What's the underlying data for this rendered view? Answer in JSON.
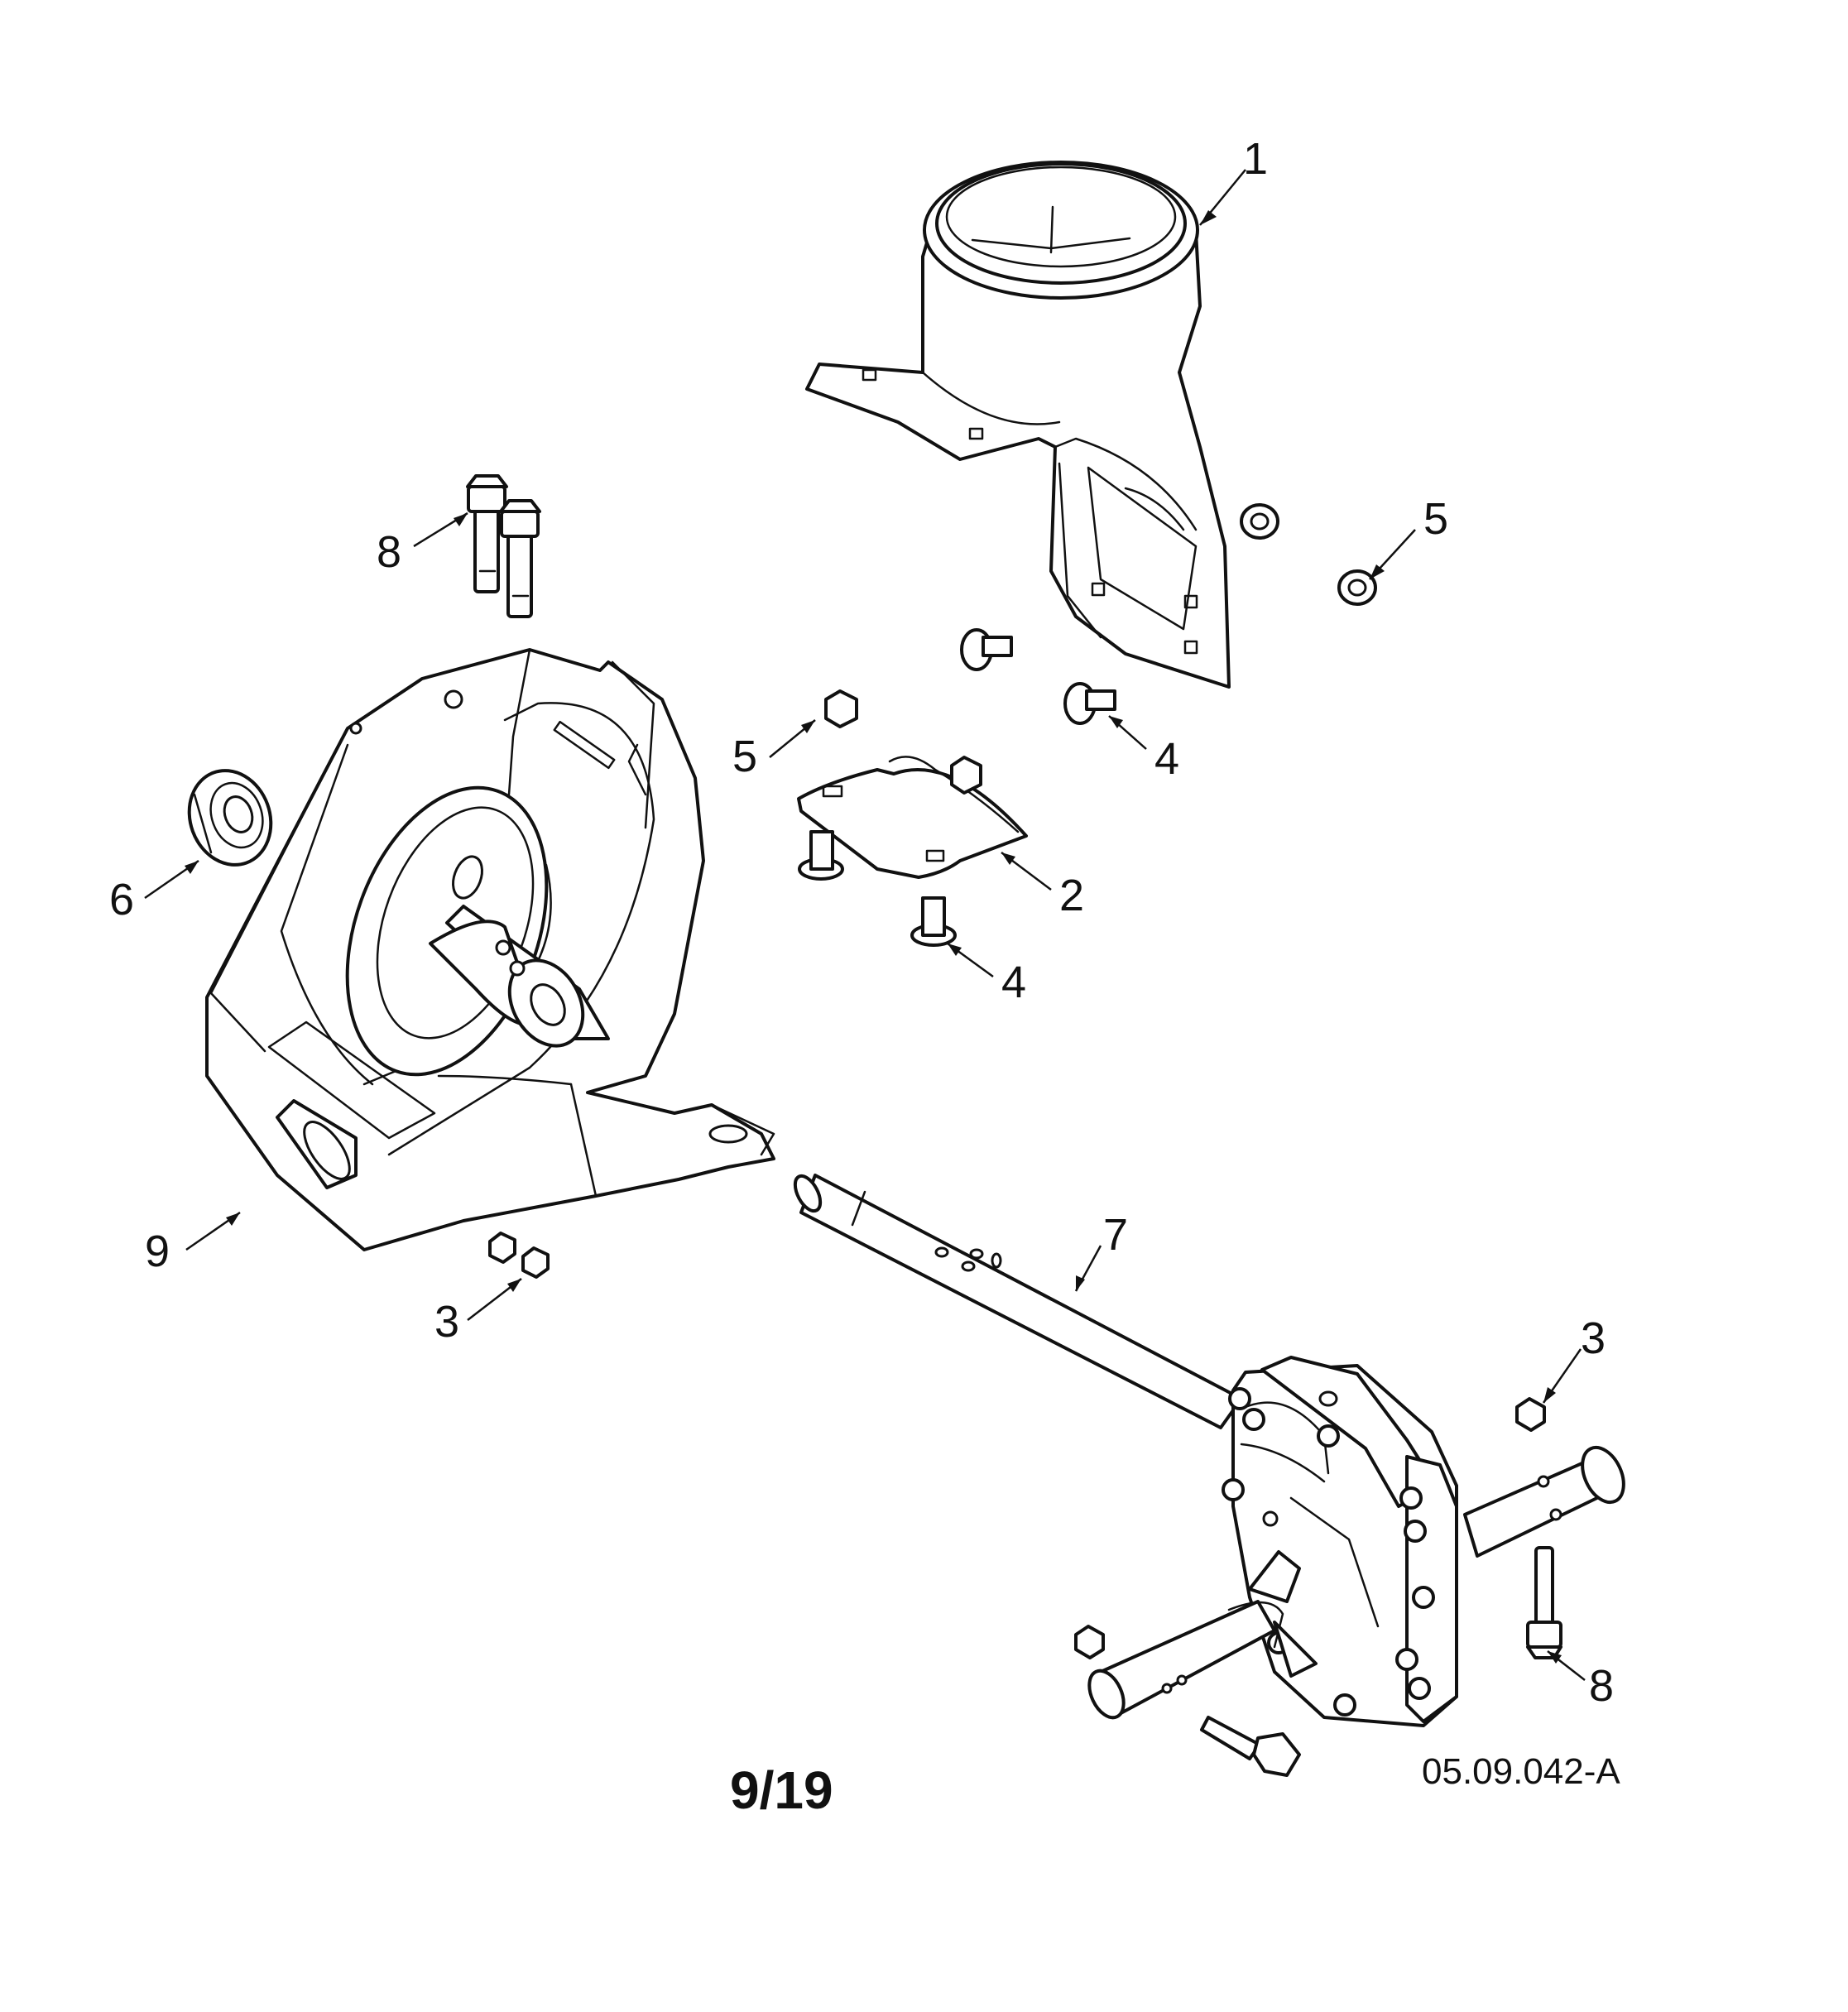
{
  "callouts": {
    "c1": "1",
    "c2": "2",
    "c3a": "3",
    "c3b": "3",
    "c4a": "4",
    "c4b": "4",
    "c5a": "5",
    "c5b": "5",
    "c6": "6",
    "c7": "7",
    "c8a": "8",
    "c8b": "8",
    "c9": "9"
  },
  "footer": {
    "page_number": "9/19",
    "drawing_reference": "05.09.042-A"
  }
}
